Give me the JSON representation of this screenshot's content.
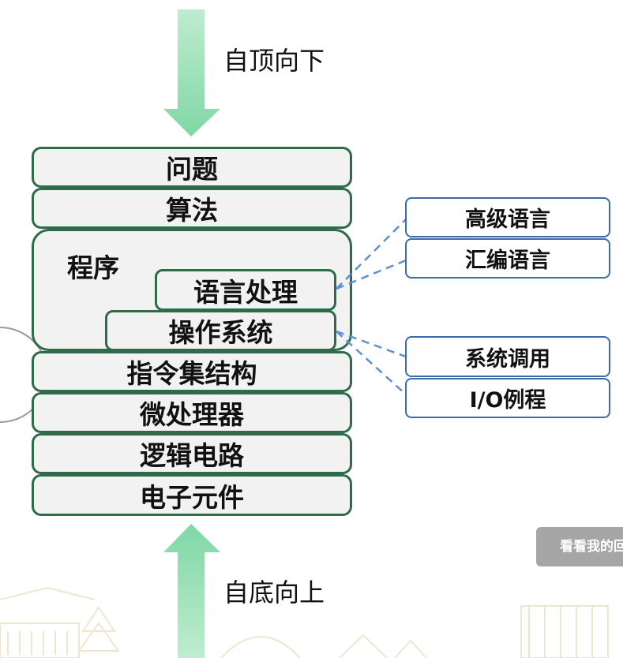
{
  "arrows": {
    "top_label": "自顶向下",
    "bottom_label": "自底向上",
    "color": "#7fd7a6"
  },
  "layers": {
    "problem": "问题",
    "algorithm": "算法",
    "program": "程序",
    "language_processing": "语言处理",
    "operating_system": "操作系统",
    "isa": "指令集结构",
    "microprocessor": "微处理器",
    "logic_circuit": "逻辑电路",
    "electronic_components": "电子元件"
  },
  "side_boxes": {
    "high_level_language": "高级语言",
    "assembly_language": "汇编语言",
    "system_call": "系统调用",
    "io_routine": "I/O例程"
  },
  "popup": {
    "label": "看看我的回"
  }
}
